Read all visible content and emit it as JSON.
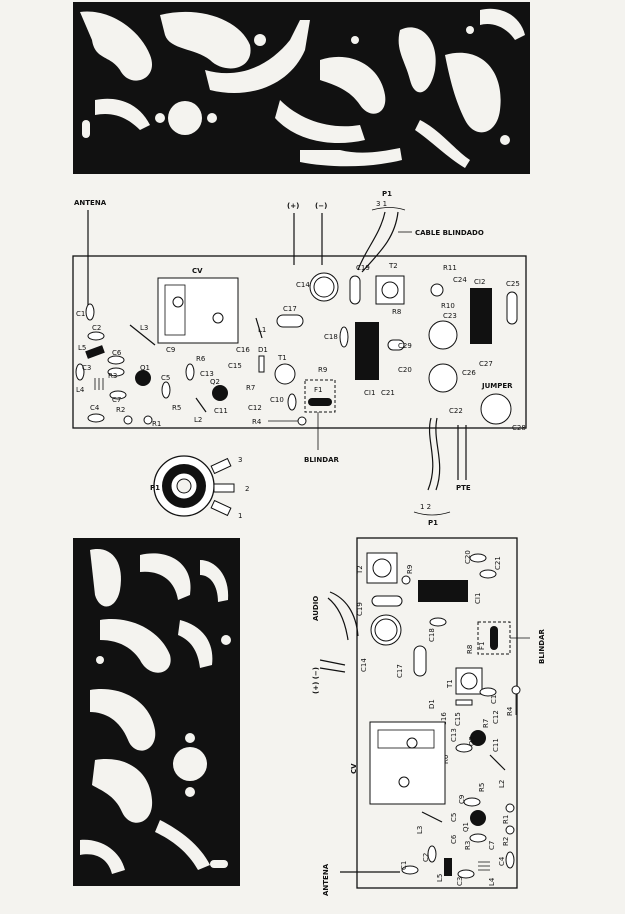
{
  "diagram": {
    "top_board": {
      "labels": {
        "antena": "ANTENA",
        "cv": "CV",
        "plus": "(+)",
        "minus": "(−)",
        "p1": "P1",
        "p1_pins": "3   1",
        "cable": "CABLE BLINDADO",
        "blindar": "BLINDAR",
        "jumper": "JUMPER",
        "pte": "PTE",
        "p1_bottom": "P1",
        "p1_bottom_pins": "1   2"
      },
      "components": [
        "C1",
        "C2",
        "L5",
        "C3",
        "L4",
        "C6",
        "R3",
        "Q1",
        "C7",
        "R2",
        "C4",
        "R1",
        "L3",
        "C9",
        "C5",
        "R5",
        "R6",
        "Q2",
        "C13",
        "C15",
        "C11",
        "C12",
        "L2",
        "C16",
        "D1",
        "L1",
        "R7",
        "T1",
        "C10",
        "R4",
        "C17",
        "C14",
        "C18",
        "C19",
        "T2",
        "R9",
        "R8",
        "F1",
        "C29",
        "CI1",
        "C20",
        "C21",
        "R11",
        "C24",
        "R10",
        "C23",
        "CI2",
        "C25",
        "C26",
        "C27",
        "C28",
        "C22"
      ]
    },
    "potentiometer": {
      "label": "P1",
      "pins": [
        "3",
        "2",
        "1"
      ]
    },
    "bottom_board": {
      "labels": {
        "audio": "AUDIO",
        "pm": "(+) (−)",
        "cv": "CV",
        "blindar": "BLINDAR",
        "antena": "ANTENA"
      },
      "components": [
        "T2",
        "R9",
        "C20",
        "C21",
        "CI1",
        "C19",
        "C14",
        "C18",
        "C17",
        "F1",
        "R8",
        "T1",
        "C10",
        "R4",
        "D1",
        "C16",
        "C15",
        "C12",
        "C11",
        "Q2",
        "R7",
        "R6",
        "L2",
        "C13",
        "R5",
        "C9",
        "L3",
        "C5",
        "R1",
        "Q1",
        "C6",
        "R3",
        "C7",
        "R2",
        "C4",
        "L4",
        "C3",
        "L5",
        "C2",
        "C1"
      ]
    }
  }
}
